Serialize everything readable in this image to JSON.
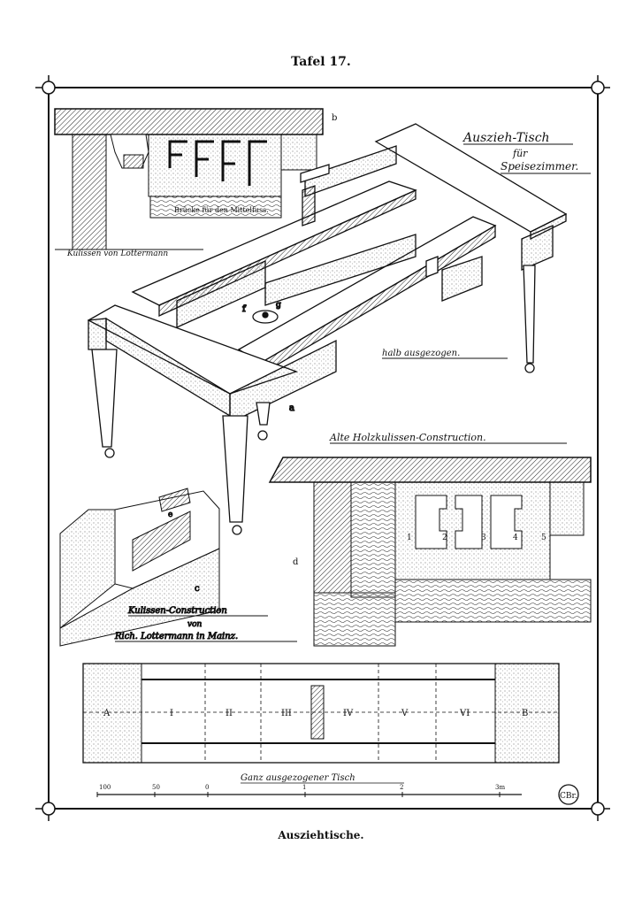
{
  "plate": {
    "title": "Tafel 17.",
    "caption": "Ausziehtische."
  },
  "labels": {
    "main_title_1": "Auszieh-Tisch",
    "main_title_2": "für",
    "main_title_3": "Speisezimmer.",
    "bridge": "Brücke für den Mittelfuss.",
    "kulissen_von": "Kulissen von Lottermann",
    "half_extended": "halb ausgezogen.",
    "old_construction": "Alte Holzkulissen-Construction.",
    "kulissen_construction_1": "Kulissen-Construction",
    "kulissen_construction_2": "von",
    "kulissen_construction_3": "Rich. Lottermann in Mainz.",
    "fully_extended": "Ganz ausgezogener Tisch",
    "ref_a": "a",
    "ref_b": "b",
    "ref_c": "c",
    "ref_d": "d",
    "ref_e": "e",
    "ref_f": "f",
    "ref_g": "g",
    "monogram": "CBr."
  },
  "old_slide_numbers": [
    "1",
    "2",
    "3",
    "4",
    "5"
  ],
  "plan": {
    "end_left": "A",
    "end_right": "B",
    "sections": [
      "I",
      "II",
      "III",
      "IV",
      "V",
      "VI"
    ],
    "scale_ticks": [
      "100",
      "50",
      "0",
      "1",
      "2",
      "3m"
    ]
  }
}
